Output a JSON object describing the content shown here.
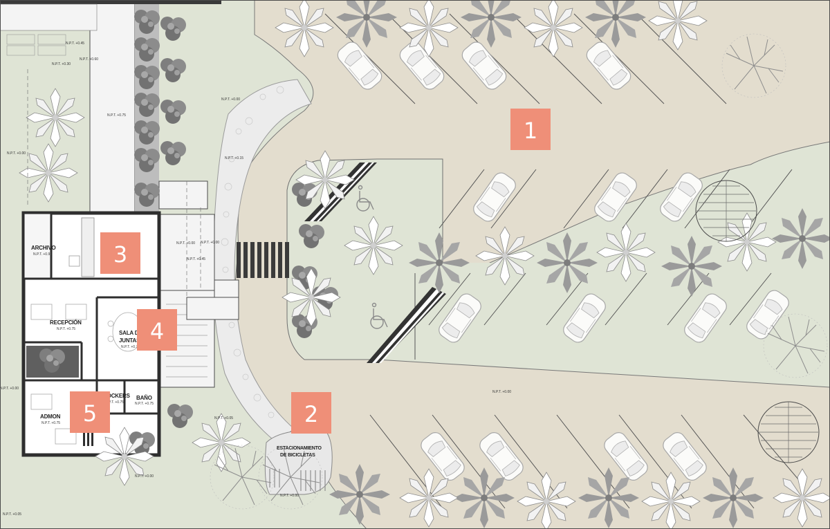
{
  "markers": [
    "1",
    "2",
    "3",
    "4",
    "5"
  ],
  "rooms": {
    "archivo": "ARCHIVO",
    "recepcion": "RECEPCIÓN",
    "sala_line1": "SALA DE",
    "sala_line2": "JUNTAS",
    "lockers": "LOCKERS",
    "bano": "BAÑO",
    "admon": "ADMON",
    "bici_line1": "ESTACIONAMIENTO",
    "bici_line2": "DE BICICLETAS"
  },
  "levels": {
    "npt_000": "N.P.T. +0.00",
    "npt_075": "N.P.T. +0.75",
    "npt_090": "N.P.T. +0.90",
    "npt_045": "N.P.T. +0.45",
    "npt_015": "N.P.T. +0.15",
    "npt_005": "N.P.T. +0.05",
    "npt_030": "N.P.T. +0.30",
    "npt_060": "N.P.T. +0.60"
  },
  "colors": {
    "lawn": "#dfe4d5",
    "paving": "#e3ddce",
    "marker": "#ef8f78",
    "wall": "#3a3a3a",
    "tree_grey": "#8f8f8f"
  },
  "icons": [
    "palm-tree-icon",
    "leafy-tree-icon",
    "car-icon",
    "wheelchair-icon",
    "bicycle-rack-icon"
  ]
}
